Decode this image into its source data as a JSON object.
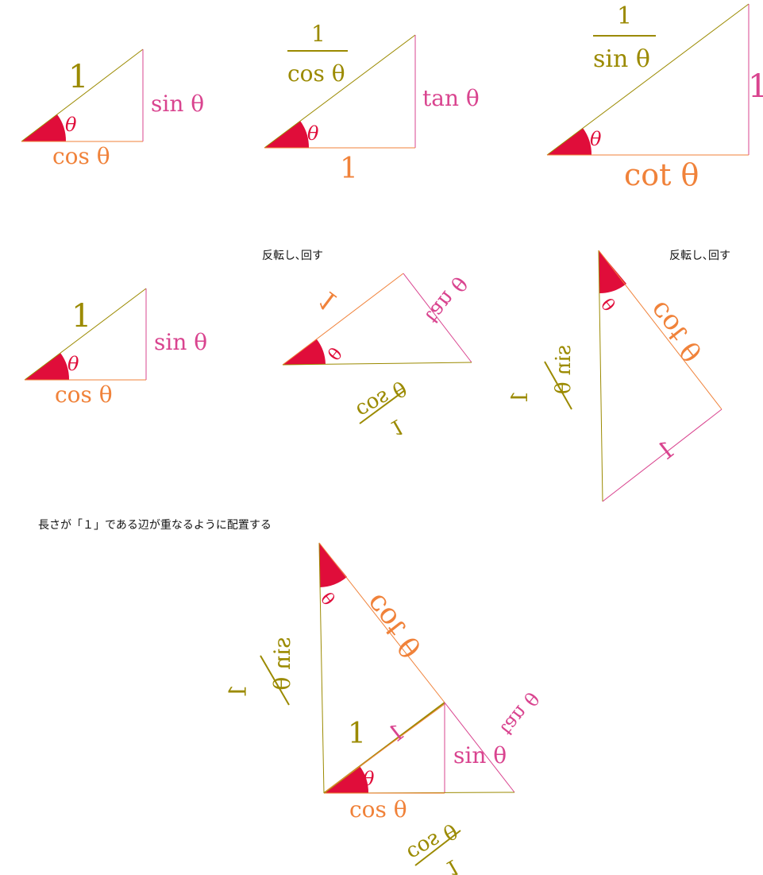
{
  "colors": {
    "olive": "#9b8a00",
    "pink": "#d9448f",
    "orange": "#f0823a",
    "red": "#e00d3a"
  },
  "labels": {
    "one": "1",
    "sin": "sin θ",
    "cos": "cos θ",
    "tan": "tan θ",
    "cot": "cot θ",
    "theta": "θ"
  },
  "captions": {
    "flip_rotate_1": "反転し､回す",
    "flip_rotate_2": "反転し､回す",
    "arrange": "長さが「１」である辺が重なるように配置する"
  }
}
